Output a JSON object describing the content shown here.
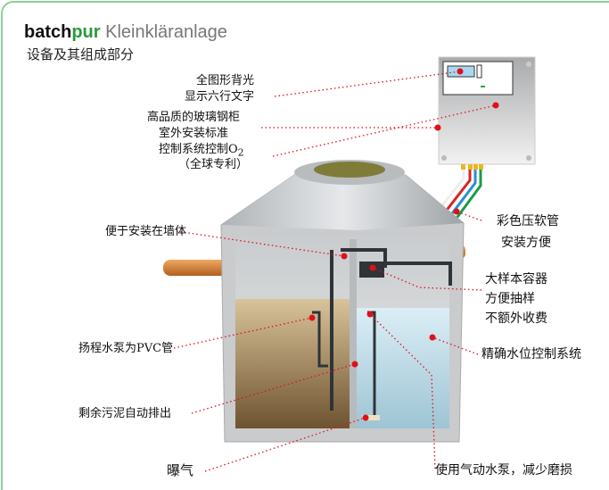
{
  "brand": {
    "name_bold": "batch",
    "name_green": "pur",
    "name_rest": " Kleinkläranlage"
  },
  "subtitle": "设备及其组成部分",
  "labels": {
    "backlight": "全图形背光",
    "six_lines": "显示六行文字",
    "cabinet": "高品质的玻璃钢柜",
    "outdoor": "室外安装标准",
    "o2_control": "控制系统控制O",
    "o2_sub": "2",
    "patent": "（全球专利）",
    "wall_mount": "便于安装在墙体",
    "pvc_pump": "扬程水泵为PVC管",
    "sludge": "剩余污泥自动排出",
    "aeration": "曝气",
    "hose": "彩色压软管",
    "hose2": "安装方便",
    "sample1": "大样本容器",
    "sample2": "方便抽样",
    "sample3": "不额外收费",
    "level": "精确水位控制系统",
    "airlift": "使用气动水泵，减少磨损"
  },
  "colors": {
    "brand_green": "#2a9a3c",
    "marker_red": "#e0101a",
    "frame": "#8fcf96"
  }
}
